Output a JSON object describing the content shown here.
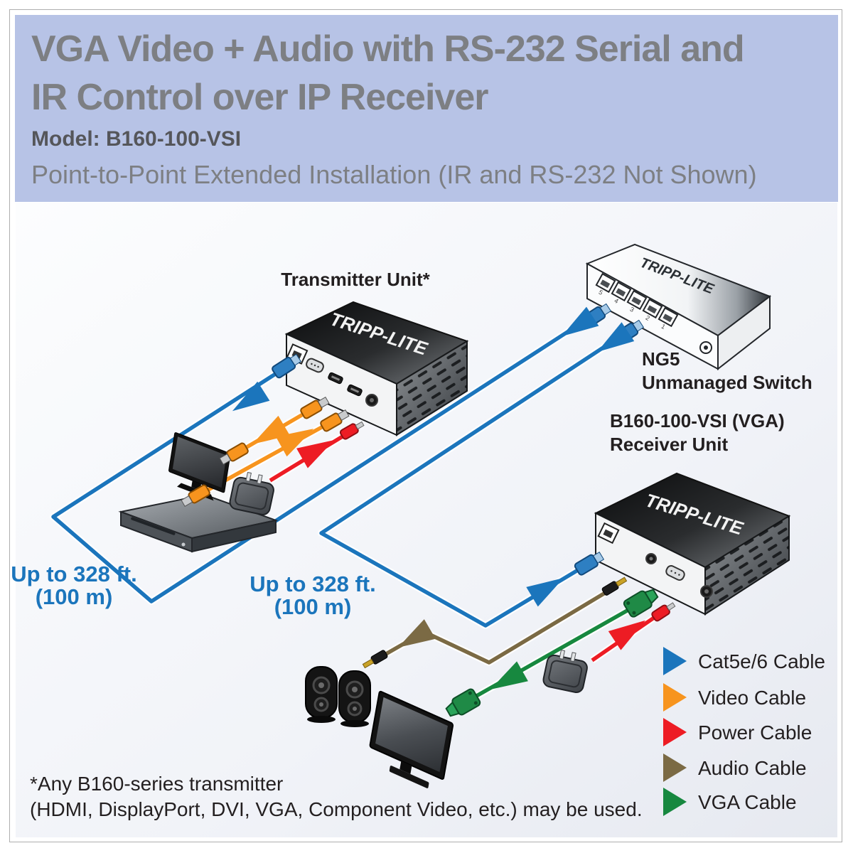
{
  "header": {
    "title_line1": "VGA Video + Audio with RS-232 Serial and",
    "title_line2": "IR Control over IP Receiver",
    "model_label": "Model: B160-100-VSI",
    "subtitle": "Point-to-Point Extended Installation (IR and RS-232 Not Shown)"
  },
  "diagram": {
    "brand_logo": "TRIPP-LITE",
    "transmitter_label": "Transmitter Unit*",
    "switch_label_line1": "NG5",
    "switch_label_line2": "Unmanaged Switch",
    "receiver_label_line1": "B160-100-VSI (VGA)",
    "receiver_label_line2": "Receiver Unit",
    "distance_tx": {
      "line1": "Up to 328 ft.",
      "line2": "(100 m)"
    },
    "distance_rx": {
      "line1": "Up to 328 ft.",
      "line2": "(100 m)"
    },
    "switch_port_numbers": [
      "5",
      "4",
      "3",
      "2",
      "1"
    ]
  },
  "legend": {
    "items": [
      {
        "label": "Cat5e/6 Cable",
        "color": "#1b75bc"
      },
      {
        "label": "Video Cable",
        "color": "#f7941e"
      },
      {
        "label": "Power Cable",
        "color": "#ed1c24"
      },
      {
        "label": "Audio Cable",
        "color": "#7b6a44"
      },
      {
        "label": "VGA Cable",
        "color": "#17883f"
      }
    ]
  },
  "footnote": {
    "line1": "*Any B160-series transmitter",
    "line2": "(HDMI, DisplayPort, DVI, VGA, Component Video, etc.) may be used."
  },
  "colors": {
    "cat5_blue": "#1b75bc",
    "video_orange": "#f7941e",
    "power_red": "#ed1c24",
    "audio_brown": "#7b6a44",
    "vga_green": "#17883f",
    "header_bg": "#b7c3e6",
    "title_text": "#7d7f83",
    "model_text": "#55565a",
    "distance_text": "#1b75bc"
  }
}
